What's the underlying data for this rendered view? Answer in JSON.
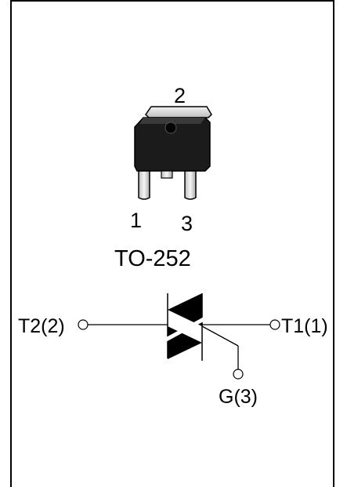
{
  "package": {
    "name": "TO-252",
    "pins": [
      "2",
      "1",
      "3"
    ]
  },
  "symbol": {
    "terminals": [
      "T2(2)",
      "T1(1)",
      "G(3)"
    ]
  },
  "colors": {
    "line": "#000000",
    "body": "#1a1a1a",
    "tab": "#d9d9d9"
  }
}
